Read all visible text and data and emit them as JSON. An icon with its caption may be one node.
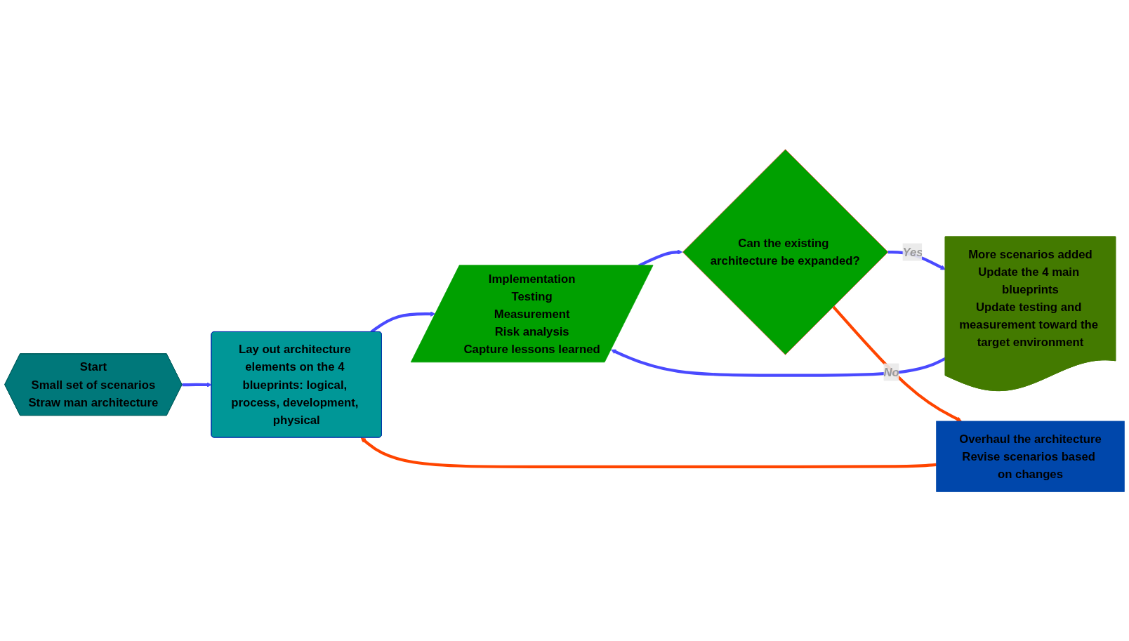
{
  "diagram": {
    "nodes": [
      {
        "text": [
          "Start",
          "Small set of scenarios",
          "Straw man architecture"
        ]
      },
      {
        "text": [
          "Lay out architecture elements on the 4 blueprints: logical, process, development, physical"
        ]
      },
      {
        "text": [
          "Implementation",
          "Testing",
          "Measurement",
          "Risk analysis",
          "Capture lessons learned"
        ]
      },
      {
        "text": [
          "Can the existing architecture be expanded?"
        ]
      },
      {
        "text": [
          "More scenarios added",
          "Update the 4 main blueprints",
          "Update testing and measurement toward the target environment"
        ]
      },
      {
        "text": [
          "Overhaul the architecture",
          "Revise scenarios based on changes"
        ]
      }
    ],
    "edges": [
      {
        "from": 0,
        "to": 1,
        "arrow": "to"
      },
      {
        "from": 1,
        "to": 2,
        "arrow": "to"
      },
      {
        "from": 2,
        "to": 3,
        "arrow": "to"
      },
      {
        "from": 3,
        "to": 4,
        "arrow": "to",
        "label": "Yes"
      },
      {
        "from": 4,
        "to": 2,
        "arrow": "to"
      },
      {
        "from": 3,
        "to": 5,
        "arrow": "to",
        "label": "No",
        "color": "#ff4500"
      },
      {
        "from": 5,
        "to": 1,
        "arrow": "to",
        "color": "#ff4500"
      }
    ]
  }
}
